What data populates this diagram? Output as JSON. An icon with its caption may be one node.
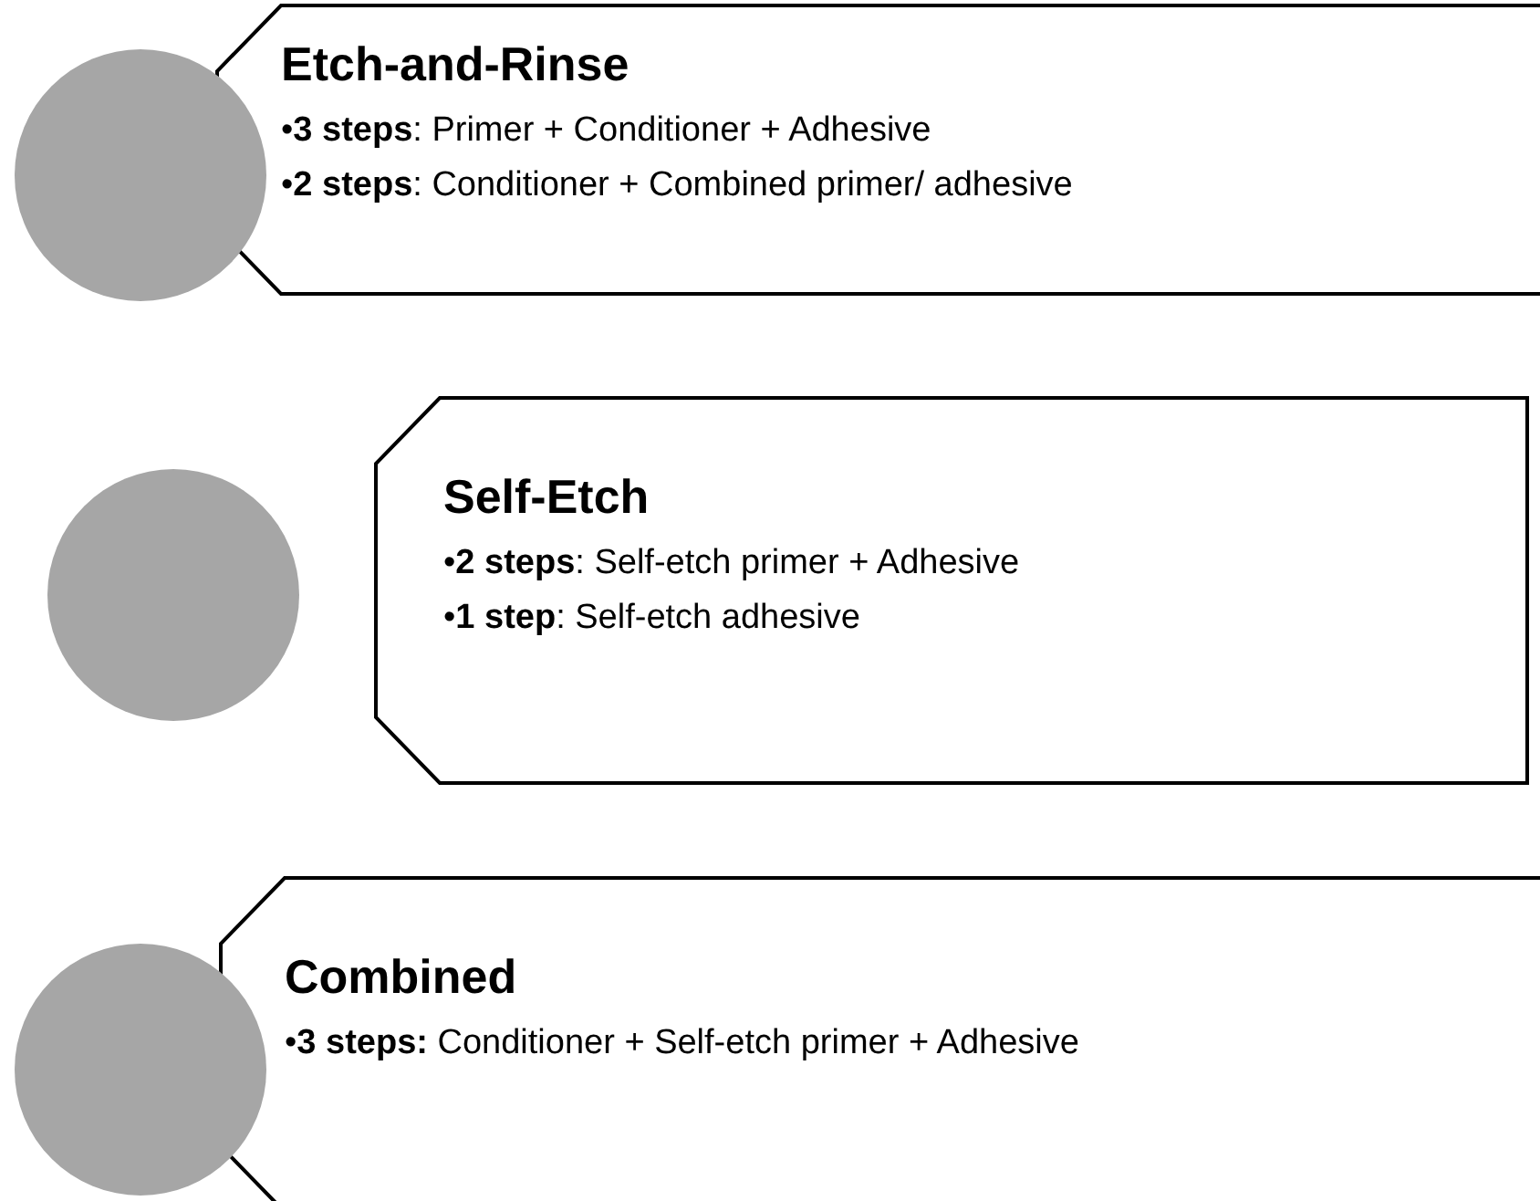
{
  "diagram": {
    "nodes": [
      {
        "text": [],
        "shape": "circle"
      },
      {
        "text": [
          "Etch-and-Rinse",
          "•**3 steps**: Primer + Conditioner + Adhesive",
          "•**2 steps**: Conditioner + Combined primer/ adhesive"
        ]
      },
      {
        "text": [],
        "shape": "circle"
      },
      {
        "text": [
          "Self-Etch",
          "•**2 steps**: Self-etch primer + Adhesive",
          "•**1 step**: Self-etch adhesive"
        ]
      },
      {
        "text": [],
        "shape": "circle"
      },
      {
        "text": [
          "Combined",
          "•**3 steps:** Conditioner + Self-etch primer + Adhesive"
        ]
      }
    ],
    "edges": []
  }
}
